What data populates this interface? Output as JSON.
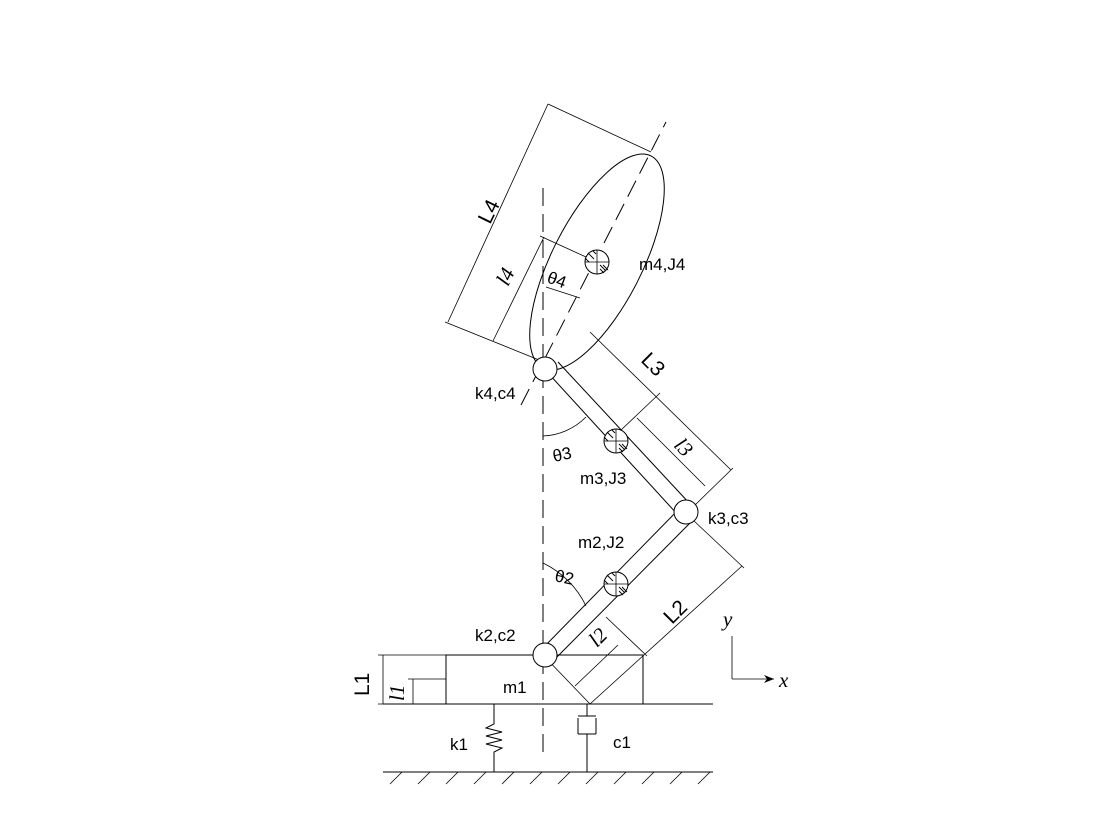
{
  "labels": {
    "L1": "L1",
    "l1": "l1",
    "m1": "m1",
    "k1": "k1",
    "c1": "c1",
    "k2c2": "k2,c2",
    "m2J2": "m2,J2",
    "theta2": "θ2",
    "l2": "l2",
    "L2": "L2",
    "k3c3": "k3,c3",
    "m3J3": "m3,J3",
    "theta3": "θ3",
    "l3": "l3",
    "L3": "L3",
    "k4c4": "k4,c4",
    "m4J4": "m4,J4",
    "theta4": "θ4",
    "l4": "l4",
    "L4": "L4",
    "axis_y": "y",
    "axis_x": "x"
  }
}
